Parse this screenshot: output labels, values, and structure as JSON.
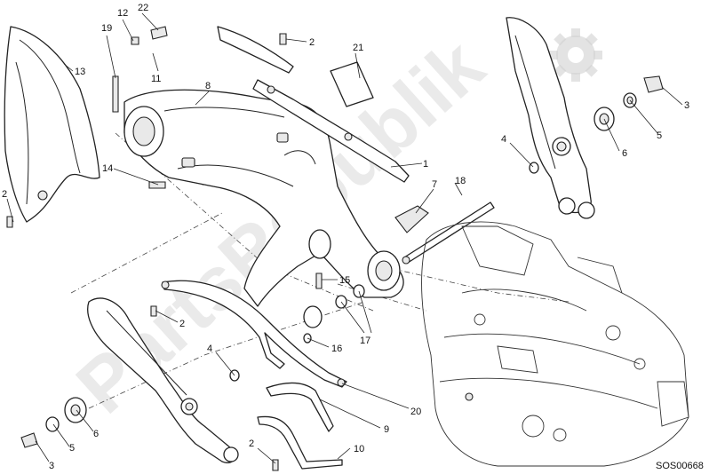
{
  "diagram": {
    "reference_code": "SOS00668",
    "watermark": "PartsRepublik",
    "callouts": [
      {
        "id": "c1",
        "label": "1"
      },
      {
        "id": "c2a",
        "label": "2"
      },
      {
        "id": "c2b",
        "label": "2"
      },
      {
        "id": "c2c",
        "label": "2"
      },
      {
        "id": "c2d",
        "label": "2"
      },
      {
        "id": "c3a",
        "label": "3"
      },
      {
        "id": "c3b",
        "label": "3"
      },
      {
        "id": "c4a",
        "label": "4"
      },
      {
        "id": "c4b",
        "label": "4"
      },
      {
        "id": "c5a",
        "label": "5"
      },
      {
        "id": "c5b",
        "label": "5"
      },
      {
        "id": "c6a",
        "label": "6"
      },
      {
        "id": "c6b",
        "label": "6"
      },
      {
        "id": "c7",
        "label": "7"
      },
      {
        "id": "c8",
        "label": "8"
      },
      {
        "id": "c9",
        "label": "9"
      },
      {
        "id": "c10",
        "label": "10"
      },
      {
        "id": "c11",
        "label": "11"
      },
      {
        "id": "c12",
        "label": "12"
      },
      {
        "id": "c13",
        "label": "13"
      },
      {
        "id": "c14",
        "label": "14"
      },
      {
        "id": "c15",
        "label": "15"
      },
      {
        "id": "c16",
        "label": "16"
      },
      {
        "id": "c17",
        "label": "17"
      },
      {
        "id": "c18",
        "label": "18"
      },
      {
        "id": "c19",
        "label": "19"
      },
      {
        "id": "c20",
        "label": "20"
      },
      {
        "id": "c21",
        "label": "21"
      },
      {
        "id": "c22",
        "label": "22"
      }
    ]
  }
}
